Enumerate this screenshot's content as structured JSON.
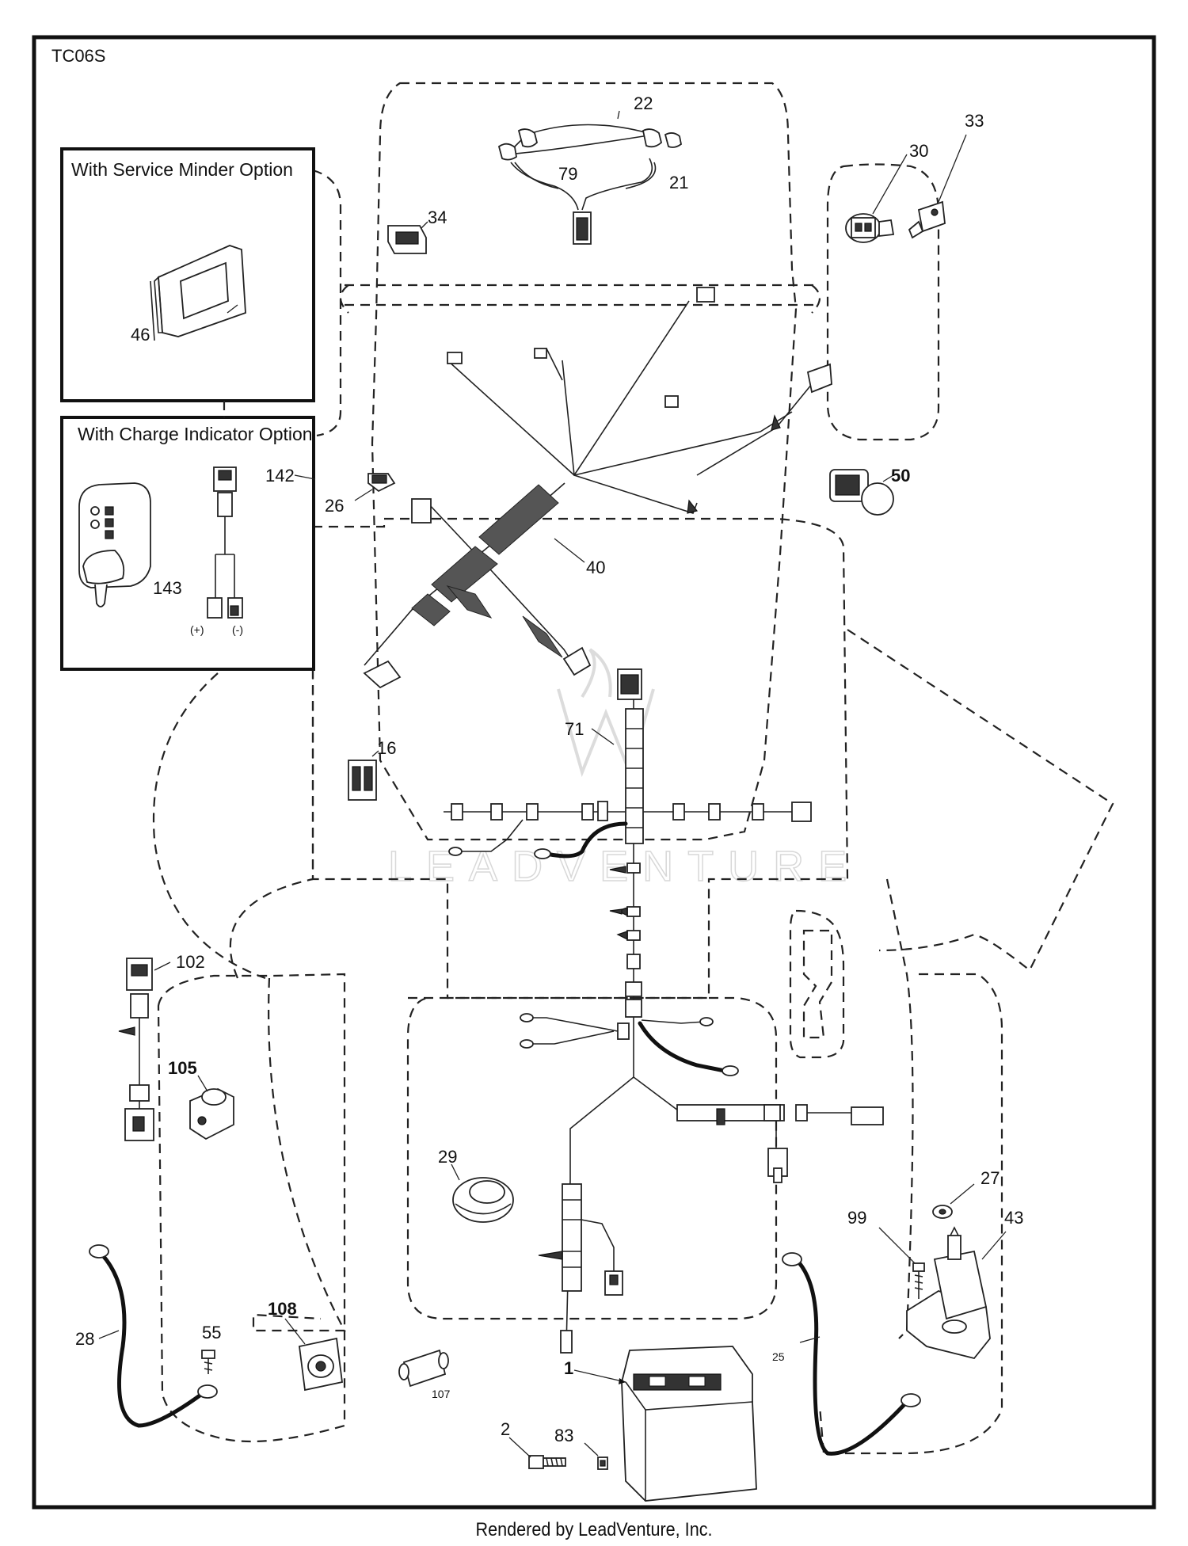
{
  "diagram": {
    "code": "TC06S",
    "options": {
      "service_minder": "With Service Minder Option",
      "charge_indicator": "With Charge Indicator Option",
      "polarity_plus": "(+)",
      "polarity_minus": "(-)"
    },
    "callouts": [
      {
        "id": "c22",
        "label": "22"
      },
      {
        "id": "c79",
        "label": "79"
      },
      {
        "id": "c21",
        "label": "21"
      },
      {
        "id": "c30",
        "label": "30"
      },
      {
        "id": "c33",
        "label": "33"
      },
      {
        "id": "c34",
        "label": "34"
      },
      {
        "id": "c46",
        "label": "46"
      },
      {
        "id": "c142",
        "label": "142"
      },
      {
        "id": "c26",
        "label": "26"
      },
      {
        "id": "c143",
        "label": "143"
      },
      {
        "id": "c50",
        "label": "50"
      },
      {
        "id": "c40",
        "label": "40"
      },
      {
        "id": "c71",
        "label": "71"
      },
      {
        "id": "c16",
        "label": "16"
      },
      {
        "id": "c102",
        "label": "102"
      },
      {
        "id": "c105",
        "label": "105"
      },
      {
        "id": "c29",
        "label": "29"
      },
      {
        "id": "c27",
        "label": "27"
      },
      {
        "id": "c99",
        "label": "99"
      },
      {
        "id": "c43",
        "label": "43"
      },
      {
        "id": "c28",
        "label": "28"
      },
      {
        "id": "c55",
        "label": "55"
      },
      {
        "id": "c108",
        "label": "108"
      },
      {
        "id": "c107",
        "label": "107"
      },
      {
        "id": "c1",
        "label": "1"
      },
      {
        "id": "c25",
        "label": "25"
      },
      {
        "id": "c2",
        "label": "2"
      },
      {
        "id": "c83",
        "label": "83"
      }
    ]
  },
  "watermark": "LEADVENTURE",
  "footer": "Rendered by LeadVenture, Inc."
}
